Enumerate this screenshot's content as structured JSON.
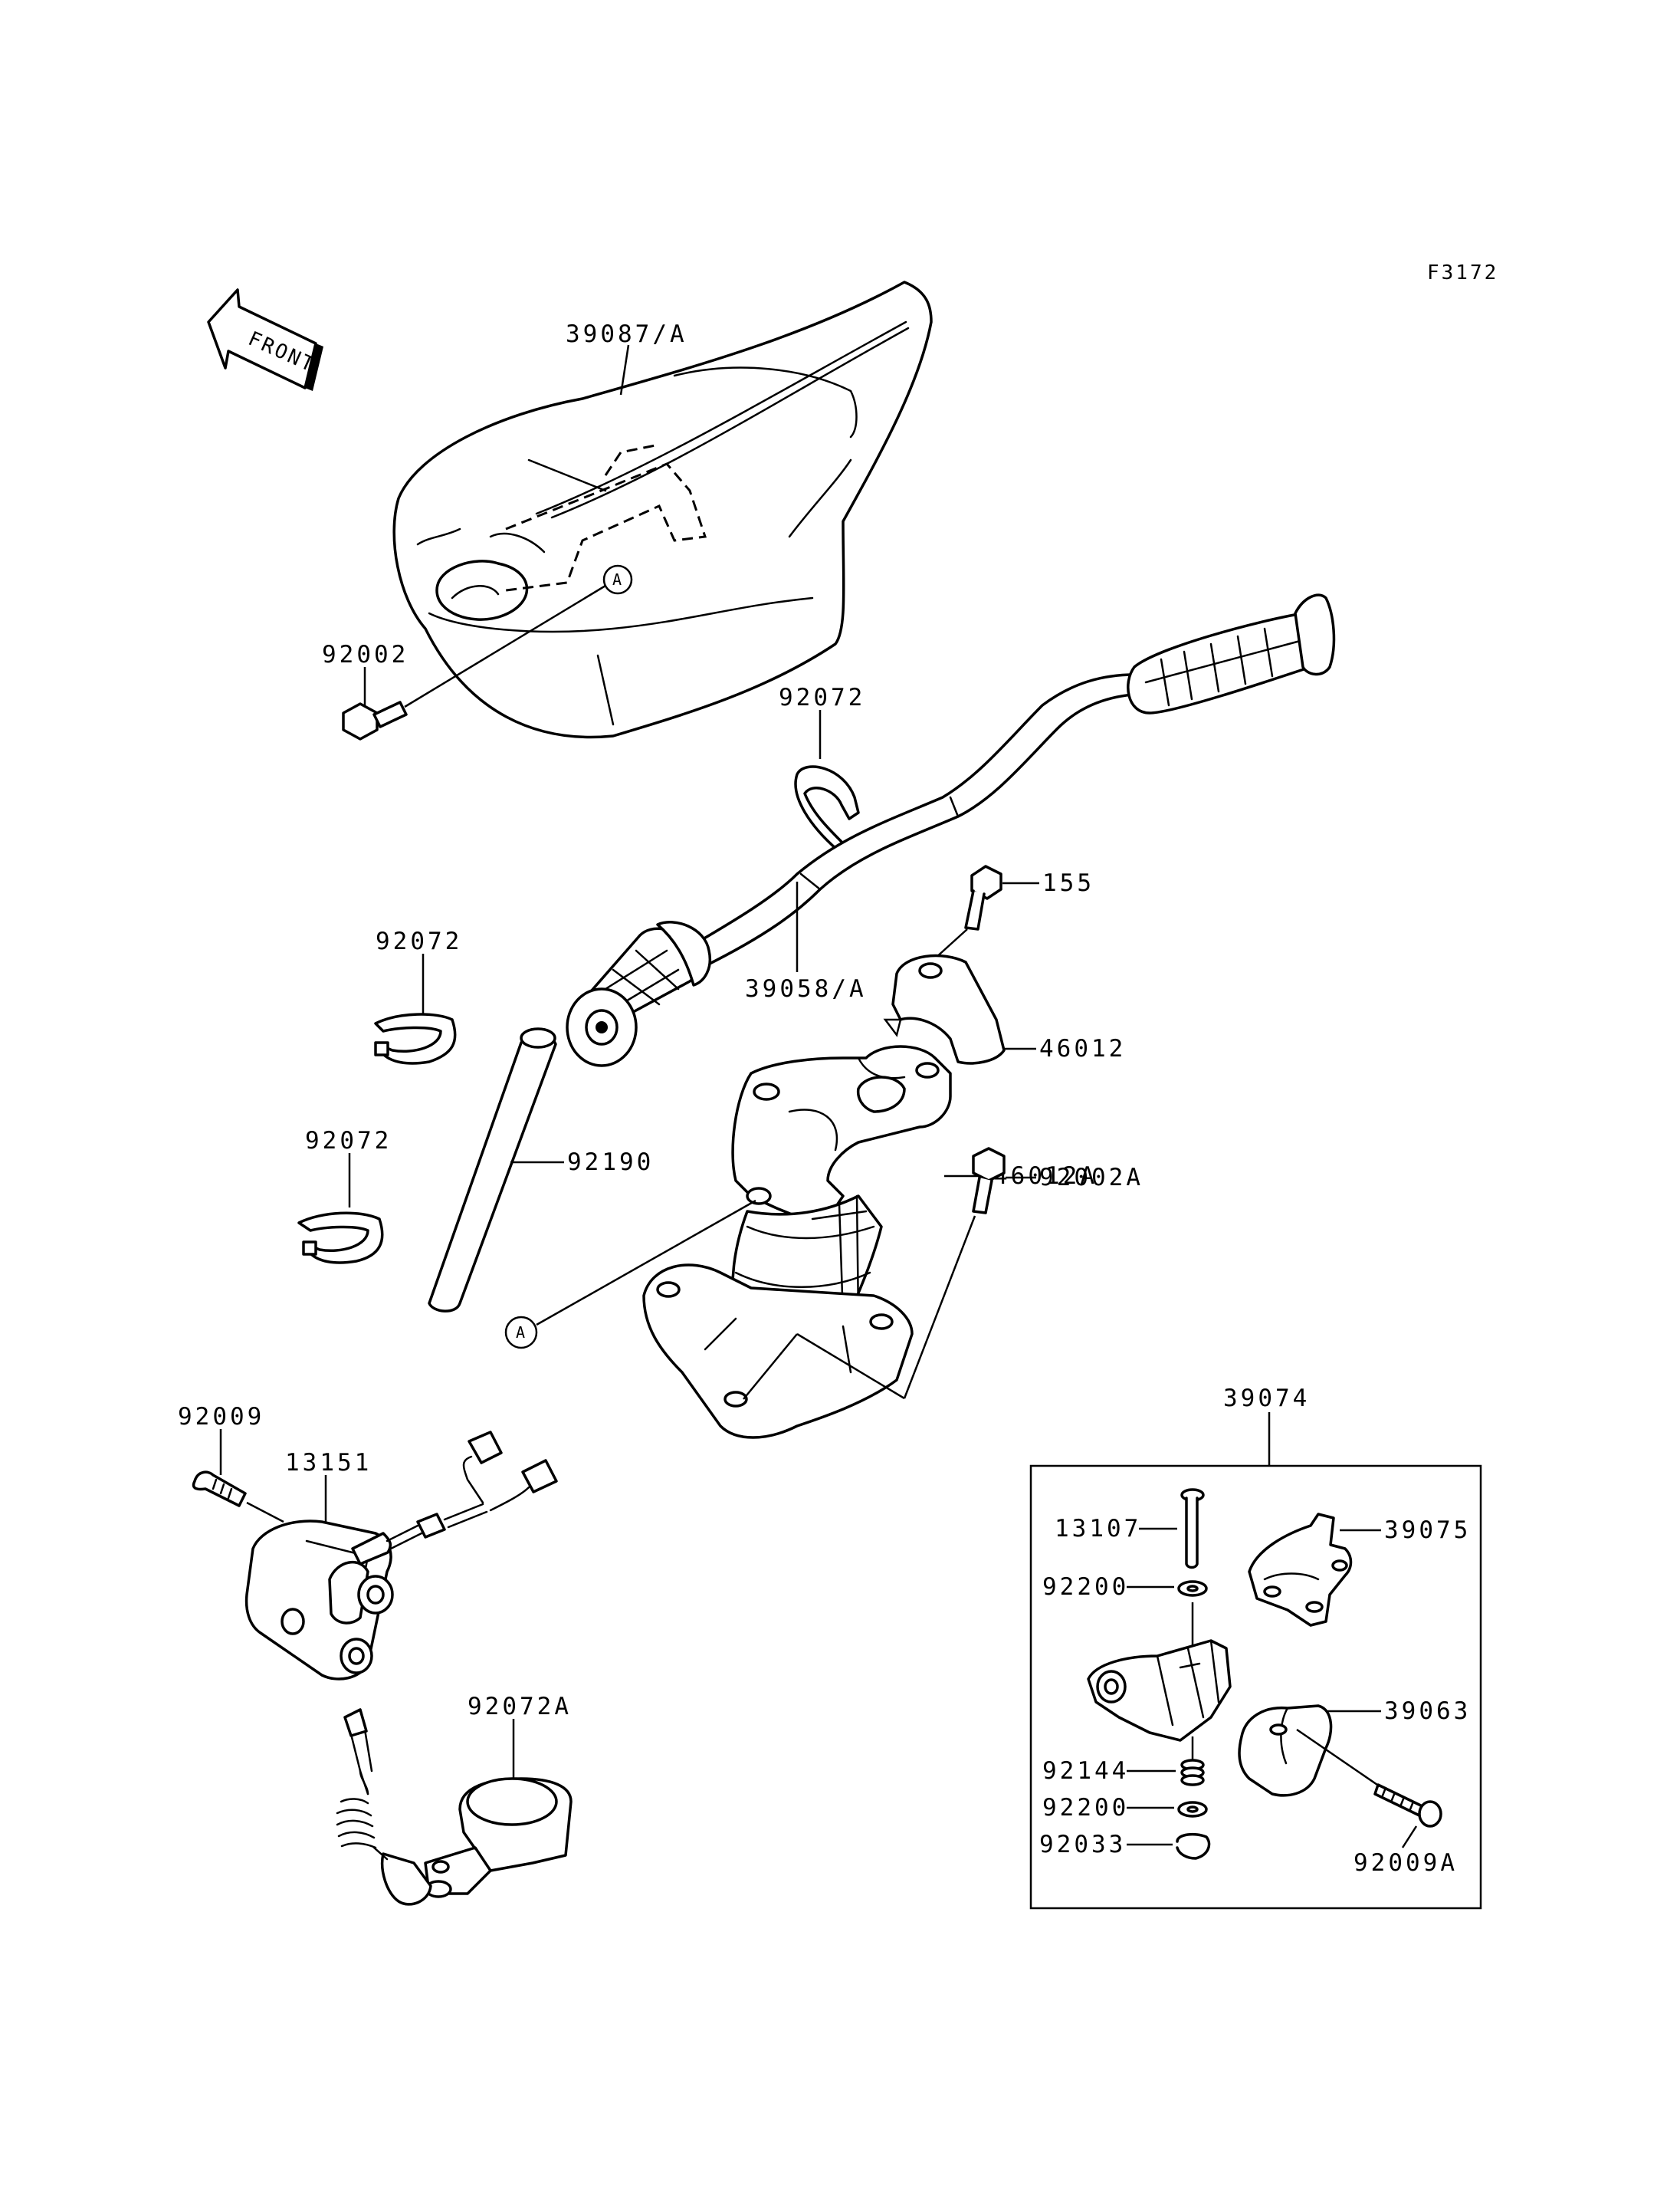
{
  "figure_code": "F3172",
  "front_label": "FRONT",
  "ref_marker": "A",
  "parts": {
    "p39087A": "39087/A",
    "p92002": "92002",
    "p92072_top": "92072",
    "p155": "155",
    "p92072_mid": "92072",
    "p39058A": "39058/A",
    "p46012": "46012",
    "p46012A": "46012A",
    "p92072_low": "92072",
    "p92190": "92190",
    "p92002A": "92002A",
    "p92009": "92009",
    "p13151": "13151",
    "p92072A": "92072A",
    "p39074": "39074",
    "p13107": "13107",
    "p39075": "39075",
    "p92200_a": "92200",
    "p39063": "39063",
    "p92144": "92144",
    "p92200_b": "92200",
    "p92033": "92033",
    "p92009A": "92009A"
  }
}
